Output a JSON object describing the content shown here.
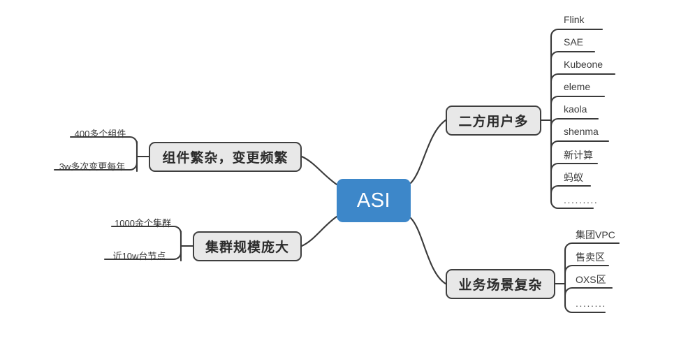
{
  "diagram": {
    "type": "mindmap",
    "root": {
      "label": "ASI",
      "color": "#3d87c9",
      "text_color": "#ffffff"
    },
    "node_style": {
      "fill": "#e8e8e8",
      "border": "#3f3f3f",
      "text": "#2b2b2b"
    },
    "connector_color": "#3a3a3a"
  },
  "branches": {
    "left": [
      {
        "label": "组件繁杂，变更频繁",
        "children": [
          {
            "label": "400多个组件"
          },
          {
            "label": "3w多次变更每年"
          }
        ]
      },
      {
        "label": "集群规模庞大",
        "children": [
          {
            "label": "1000余个集群"
          },
          {
            "label": "近10w台节点"
          }
        ]
      }
    ],
    "right": [
      {
        "label": "二方用户多",
        "children": [
          {
            "label": "Flink"
          },
          {
            "label": "SAE"
          },
          {
            "label": "Kubeone"
          },
          {
            "label": "eleme"
          },
          {
            "label": "kaola"
          },
          {
            "label": "shenma"
          },
          {
            "label": "新计算"
          },
          {
            "label": "蚂蚁"
          },
          {
            "label": "........."
          }
        ]
      },
      {
        "label": "业务场景复杂",
        "children": [
          {
            "label": "集团VPC"
          },
          {
            "label": "售卖区"
          },
          {
            "label": "OXS区"
          },
          {
            "label": "........"
          }
        ]
      }
    ]
  }
}
